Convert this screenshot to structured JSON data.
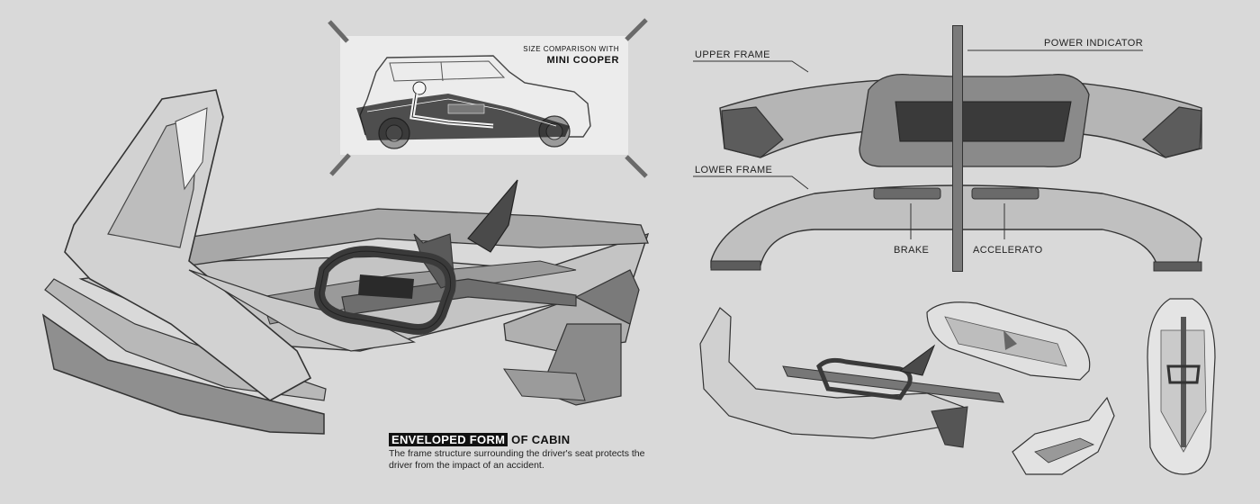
{
  "comparison": {
    "subtitle": "SIZE COMPARISON WITH",
    "title": "MINI COOPER"
  },
  "callouts": {
    "upper_frame": "UPPER FRAME",
    "power_indicator": "POWER INDICATOR",
    "lower_frame": "LOWER FRAME",
    "brake": "BRAKE",
    "accelerator": "ACCELERATO"
  },
  "caption": {
    "highlight": "ENVELOPED FORM",
    "title_rest": " OF CABIN",
    "body": "The frame structure surrounding the driver's seat protects the driver from the impact of an accident."
  },
  "colors": {
    "background": "#d9d9d9",
    "panel": "#ececec",
    "line": "#333333",
    "shade_light": "#b8b8b8",
    "shade_mid": "#8f8f8f",
    "shade_dark": "#5a5a5a",
    "shade_darkest": "#3a3a3a"
  }
}
